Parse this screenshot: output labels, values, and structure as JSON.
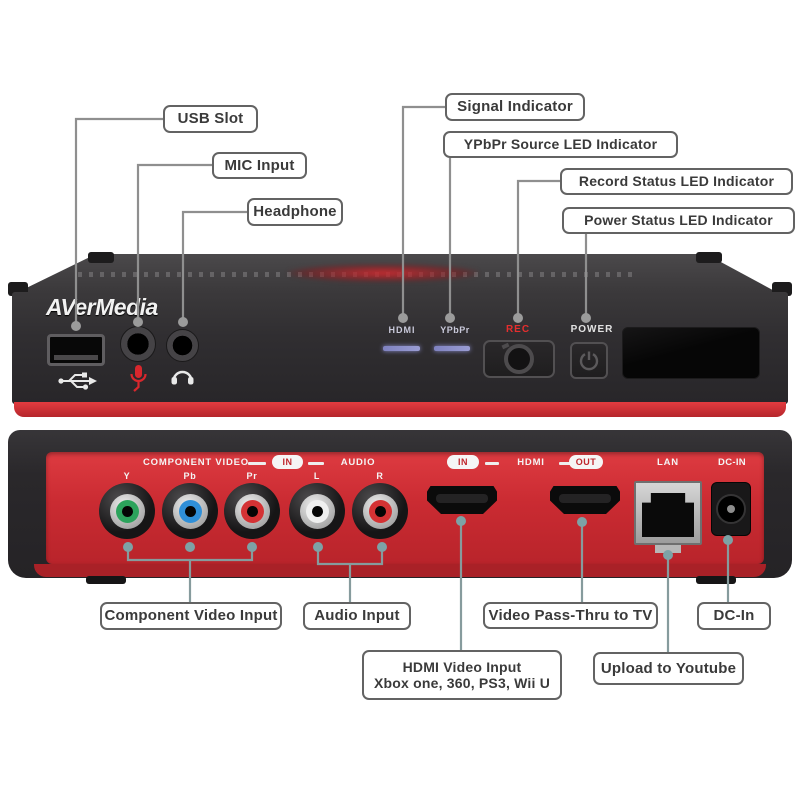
{
  "colors": {
    "device_body": "#2e2c2f",
    "rear_panel_red": "#c9292f",
    "base_strip_red": "#d8323a",
    "led_lavender": "#8a8dc8",
    "rec_text_red": "#e62e2e",
    "leader_line_gray": "#8f8f8f",
    "front_dot_gray": "#9b9b9b",
    "rear_dot_teal": "#7da2a6",
    "jack_y_green": "#2ca35c",
    "jack_pb_blue": "#2f8fd8",
    "jack_pr_red": "#d43234",
    "jack_l_white": "#efefef",
    "jack_r_red": "#d43234"
  },
  "callouts": {
    "usb_slot": "USB Slot",
    "mic_input": "MIC Input",
    "headphone": "Headphone",
    "signal_indicator": "Signal Indicator",
    "ypbpr_source": "YPbPr Source LED Indicator",
    "record_status": "Record Status LED Indicator",
    "power_status": "Power Status LED Indicator",
    "component_video_input": "Component Video Input",
    "audio_input": "Audio Input",
    "video_passthru": "Video Pass-Thru to TV",
    "dc_in": "DC-In",
    "hdmi_video_input_line1": "HDMI Video Input",
    "hdmi_video_input_line2": "Xbox one, 360, PS3, Wii U",
    "upload_youtube": "Upload to Youtube"
  },
  "front_panel": {
    "brand": "AVerMedia",
    "hdmi_label": "HDMI",
    "ypbpr_label": "YPbPr",
    "rec_label": "REC",
    "power_label": "POWER"
  },
  "rear_panel": {
    "component_video_label": "COMPONENT VIDEO",
    "component_in_badge": "IN",
    "audio_label": "AUDIO",
    "jacks": [
      {
        "label": "Y",
        "color": "#2ca35c"
      },
      {
        "label": "Pb",
        "color": "#2f8fd8"
      },
      {
        "label": "Pr",
        "color": "#d43234"
      },
      {
        "label": "L",
        "color": "#efefef"
      },
      {
        "label": "R",
        "color": "#d43234"
      }
    ],
    "hdmi_in_badge": "IN",
    "hdmi_label": "HDMI",
    "hdmi_out_badge": "OUT",
    "lan_label": "LAN",
    "dcin_label": "DC-IN"
  }
}
